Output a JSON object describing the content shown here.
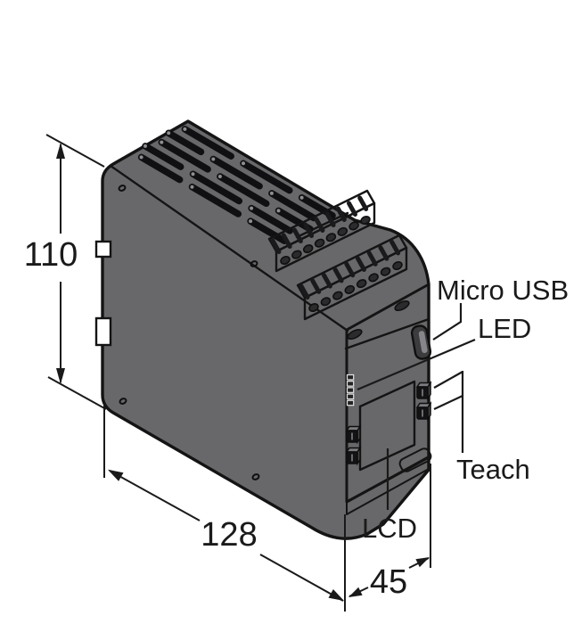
{
  "device": {
    "kind": "isometric-dimension-drawing",
    "callouts": {
      "micro_usb": "Micro USB",
      "led": "LED",
      "teach": "Teach",
      "lcd": "LCD"
    },
    "dimensions": {
      "height": "110",
      "depth": "128",
      "width": "45"
    },
    "colors": {
      "background": "#ffffff",
      "housing_gray": "#68686b",
      "panel_yellow": "#fdd205",
      "terminal_gray": "#5d5d60",
      "comb_gray": "#737376",
      "dark_trim": "#1c1c1e",
      "foot_gray": "#5a5a5e",
      "lcd_light": "#ececee",
      "lcd_dark": "#8f8f93",
      "outline_black": "#141414"
    }
  }
}
